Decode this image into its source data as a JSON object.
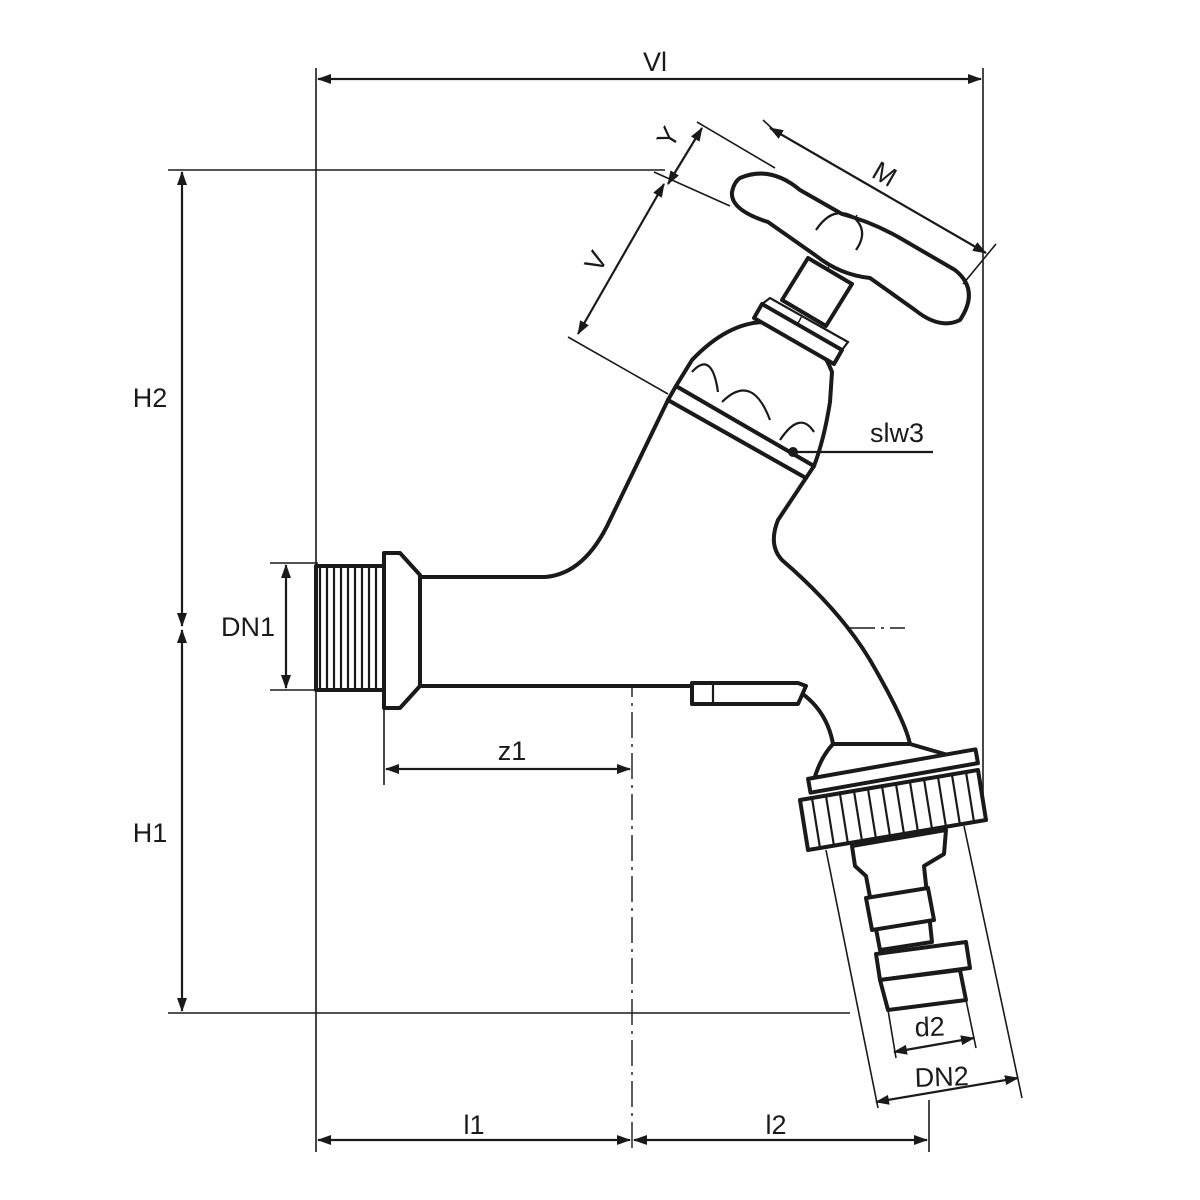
{
  "colors": {
    "line": "#1a1a1a",
    "background": "#ffffff"
  },
  "labels": {
    "vl": "Vl",
    "y": "Y",
    "m": "M",
    "v": "V",
    "h2": "H2",
    "h1": "H1",
    "dn1": "DN1",
    "slw3": "slw3",
    "z1": "z1",
    "d2": "d2",
    "dn2": "DN2",
    "l1": "l1",
    "l2": "l2"
  }
}
